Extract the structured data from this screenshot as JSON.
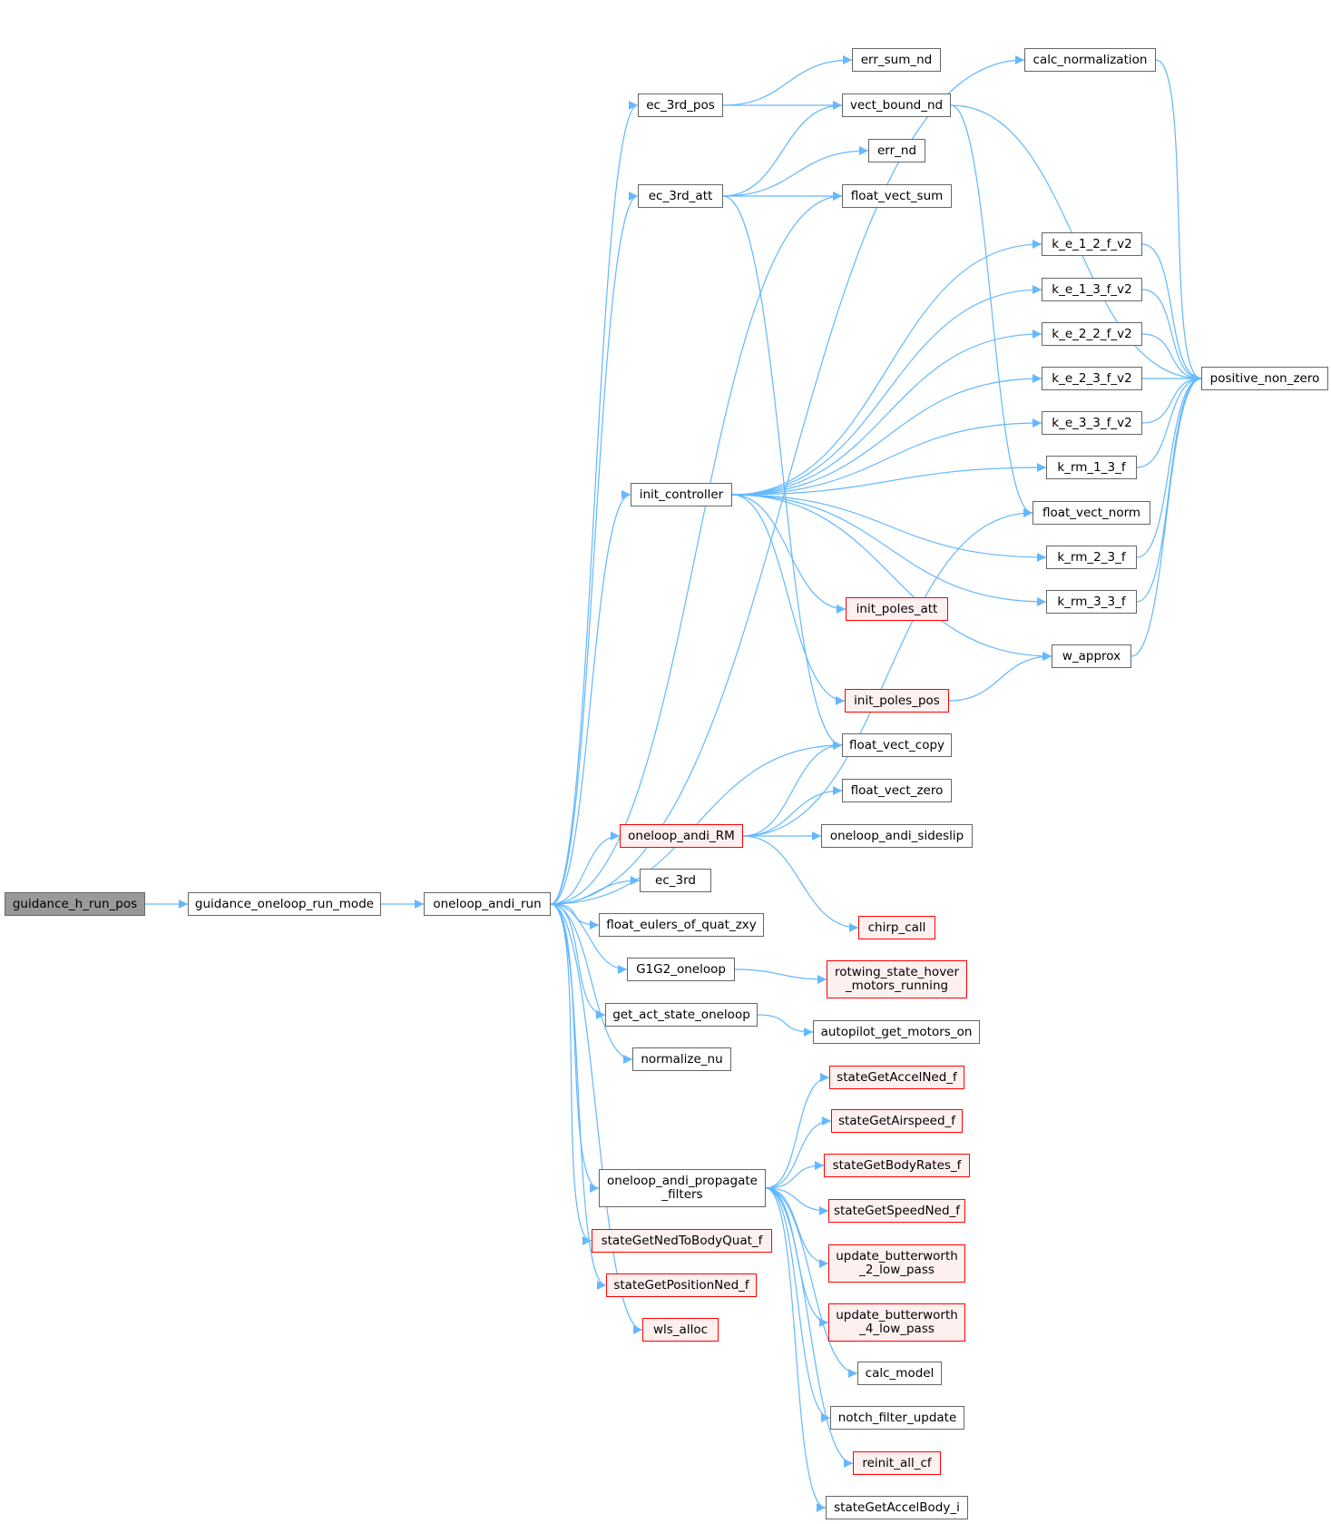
{
  "colors": {
    "edge": "#63b8ff",
    "root_fill": "#999999",
    "border": "#666666",
    "red_border": "#ff0000",
    "red_fill": "#fff0f0"
  },
  "nodes": {
    "guidance_h_run_pos": "guidance_h_run_pos",
    "guidance_oneloop_run_mode": "guidance_oneloop_run_mode",
    "oneloop_andi_run": "oneloop_andi_run",
    "ec_3rd_pos": "ec_3rd_pos",
    "ec_3rd_att": "ec_3rd_att",
    "init_controller": "init_controller",
    "oneloop_andi_RM": "oneloop_andi_RM",
    "ec_3rd": "ec_3rd",
    "float_eulers_of_quat_zxy": "float_eulers_of_quat_zxy",
    "G1G2_oneloop": "G1G2_oneloop",
    "get_act_state_oneloop": "get_act_state_oneloop",
    "normalize_nu": "normalize_nu",
    "oneloop_andi_propagate_filters": "oneloop_andi_propagate\n_filters",
    "stateGetNedToBodyQuat_f": "stateGetNedToBodyQuat_f",
    "stateGetPositionNed_f": "stateGetPositionNed_f",
    "wls_alloc": "wls_alloc",
    "err_sum_nd": "err_sum_nd",
    "vect_bound_nd": "vect_bound_nd",
    "err_nd": "err_nd",
    "float_vect_sum": "float_vect_sum",
    "init_poles_att": "init_poles_att",
    "init_poles_pos": "init_poles_pos",
    "float_vect_copy": "float_vect_copy",
    "float_vect_zero": "float_vect_zero",
    "oneloop_andi_sideslip": "oneloop_andi_sideslip",
    "chirp_call": "chirp_call",
    "rotwing_state_hover_motors_running": "rotwing_state_hover\n_motors_running",
    "autopilot_get_motors_on": "autopilot_get_motors_on",
    "stateGetAccelNed_f": "stateGetAccelNed_f",
    "stateGetAirspeed_f": "stateGetAirspeed_f",
    "stateGetBodyRates_f": "stateGetBodyRates_f",
    "stateGetSpeedNed_f": "stateGetSpeedNed_f",
    "update_butterworth_2_low_pass": "update_butterworth\n_2_low_pass",
    "update_butterworth_4_low_pass": "update_butterworth\n_4_low_pass",
    "calc_model": "calc_model",
    "notch_filter_update": "notch_filter_update",
    "reinit_all_cf": "reinit_all_cf",
    "stateGetAccelBody_i": "stateGetAccelBody_i",
    "calc_normalization": "calc_normalization",
    "k_e_1_2_f_v2": "k_e_1_2_f_v2",
    "k_e_1_3_f_v2": "k_e_1_3_f_v2",
    "k_e_2_2_f_v2": "k_e_2_2_f_v2",
    "k_e_2_3_f_v2": "k_e_2_3_f_v2",
    "k_e_3_3_f_v2": "k_e_3_3_f_v2",
    "k_rm_1_3_f": "k_rm_1_3_f",
    "float_vect_norm": "float_vect_norm",
    "k_rm_2_3_f": "k_rm_2_3_f",
    "k_rm_3_3_f": "k_rm_3_3_f",
    "w_approx": "w_approx",
    "positive_non_zero": "positive_non_zero"
  },
  "edges": [
    [
      "guidance_h_run_pos",
      "guidance_oneloop_run_mode"
    ],
    [
      "guidance_oneloop_run_mode",
      "oneloop_andi_run"
    ],
    [
      "oneloop_andi_run",
      "calc_normalization"
    ],
    [
      "oneloop_andi_run",
      "ec_3rd_pos"
    ],
    [
      "oneloop_andi_run",
      "ec_3rd_att"
    ],
    [
      "oneloop_andi_run",
      "float_vect_sum"
    ],
    [
      "oneloop_andi_run",
      "init_controller"
    ],
    [
      "oneloop_andi_run",
      "float_vect_copy"
    ],
    [
      "oneloop_andi_run",
      "oneloop_andi_RM"
    ],
    [
      "oneloop_andi_run",
      "ec_3rd"
    ],
    [
      "oneloop_andi_run",
      "float_eulers_of_quat_zxy"
    ],
    [
      "oneloop_andi_run",
      "G1G2_oneloop"
    ],
    [
      "oneloop_andi_run",
      "get_act_state_oneloop"
    ],
    [
      "oneloop_andi_run",
      "normalize_nu"
    ],
    [
      "oneloop_andi_run",
      "oneloop_andi_propagate_filters"
    ],
    [
      "oneloop_andi_run",
      "stateGetNedToBodyQuat_f"
    ],
    [
      "oneloop_andi_run",
      "stateGetPositionNed_f"
    ],
    [
      "oneloop_andi_run",
      "wls_alloc"
    ],
    [
      "ec_3rd_pos",
      "err_sum_nd"
    ],
    [
      "ec_3rd_pos",
      "vect_bound_nd"
    ],
    [
      "ec_3rd_att",
      "vect_bound_nd"
    ],
    [
      "ec_3rd_att",
      "err_nd"
    ],
    [
      "ec_3rd_att",
      "float_vect_sum"
    ],
    [
      "ec_3rd_att",
      "float_vect_copy"
    ],
    [
      "vect_bound_nd",
      "float_vect_norm"
    ],
    [
      "vect_bound_nd",
      "positive_non_zero"
    ],
    [
      "calc_normalization",
      "positive_non_zero"
    ],
    [
      "init_controller",
      "k_e_1_2_f_v2"
    ],
    [
      "init_controller",
      "k_e_1_3_f_v2"
    ],
    [
      "init_controller",
      "k_e_2_2_f_v2"
    ],
    [
      "init_controller",
      "k_e_2_3_f_v2"
    ],
    [
      "init_controller",
      "k_e_3_3_f_v2"
    ],
    [
      "init_controller",
      "k_rm_1_3_f"
    ],
    [
      "init_controller",
      "k_rm_2_3_f"
    ],
    [
      "init_controller",
      "k_rm_3_3_f"
    ],
    [
      "init_controller",
      "init_poles_att"
    ],
    [
      "init_controller",
      "w_approx"
    ],
    [
      "init_controller",
      "init_poles_pos"
    ],
    [
      "init_poles_pos",
      "w_approx"
    ],
    [
      "k_e_1_2_f_v2",
      "positive_non_zero"
    ],
    [
      "k_e_1_3_f_v2",
      "positive_non_zero"
    ],
    [
      "k_e_2_2_f_v2",
      "positive_non_zero"
    ],
    [
      "k_e_2_3_f_v2",
      "positive_non_zero"
    ],
    [
      "k_e_3_3_f_v2",
      "positive_non_zero"
    ],
    [
      "k_rm_1_3_f",
      "positive_non_zero"
    ],
    [
      "k_rm_2_3_f",
      "positive_non_zero"
    ],
    [
      "k_rm_3_3_f",
      "positive_non_zero"
    ],
    [
      "w_approx",
      "positive_non_zero"
    ],
    [
      "oneloop_andi_RM",
      "float_vect_copy"
    ],
    [
      "oneloop_andi_RM",
      "float_vect_zero"
    ],
    [
      "oneloop_andi_RM",
      "oneloop_andi_sideslip"
    ],
    [
      "oneloop_andi_RM",
      "float_vect_norm"
    ],
    [
      "oneloop_andi_RM",
      "chirp_call"
    ],
    [
      "G1G2_oneloop",
      "rotwing_state_hover_motors_running"
    ],
    [
      "get_act_state_oneloop",
      "autopilot_get_motors_on"
    ],
    [
      "oneloop_andi_propagate_filters",
      "stateGetAccelNed_f"
    ],
    [
      "oneloop_andi_propagate_filters",
      "stateGetAirspeed_f"
    ],
    [
      "oneloop_andi_propagate_filters",
      "stateGetBodyRates_f"
    ],
    [
      "oneloop_andi_propagate_filters",
      "stateGetSpeedNed_f"
    ],
    [
      "oneloop_andi_propagate_filters",
      "update_butterworth_2_low_pass"
    ],
    [
      "oneloop_andi_propagate_filters",
      "update_butterworth_4_low_pass"
    ],
    [
      "oneloop_andi_propagate_filters",
      "calc_model"
    ],
    [
      "oneloop_andi_propagate_filters",
      "notch_filter_update"
    ],
    [
      "oneloop_andi_propagate_filters",
      "reinit_all_cf"
    ],
    [
      "oneloop_andi_propagate_filters",
      "stateGetAccelBody_i"
    ]
  ]
}
